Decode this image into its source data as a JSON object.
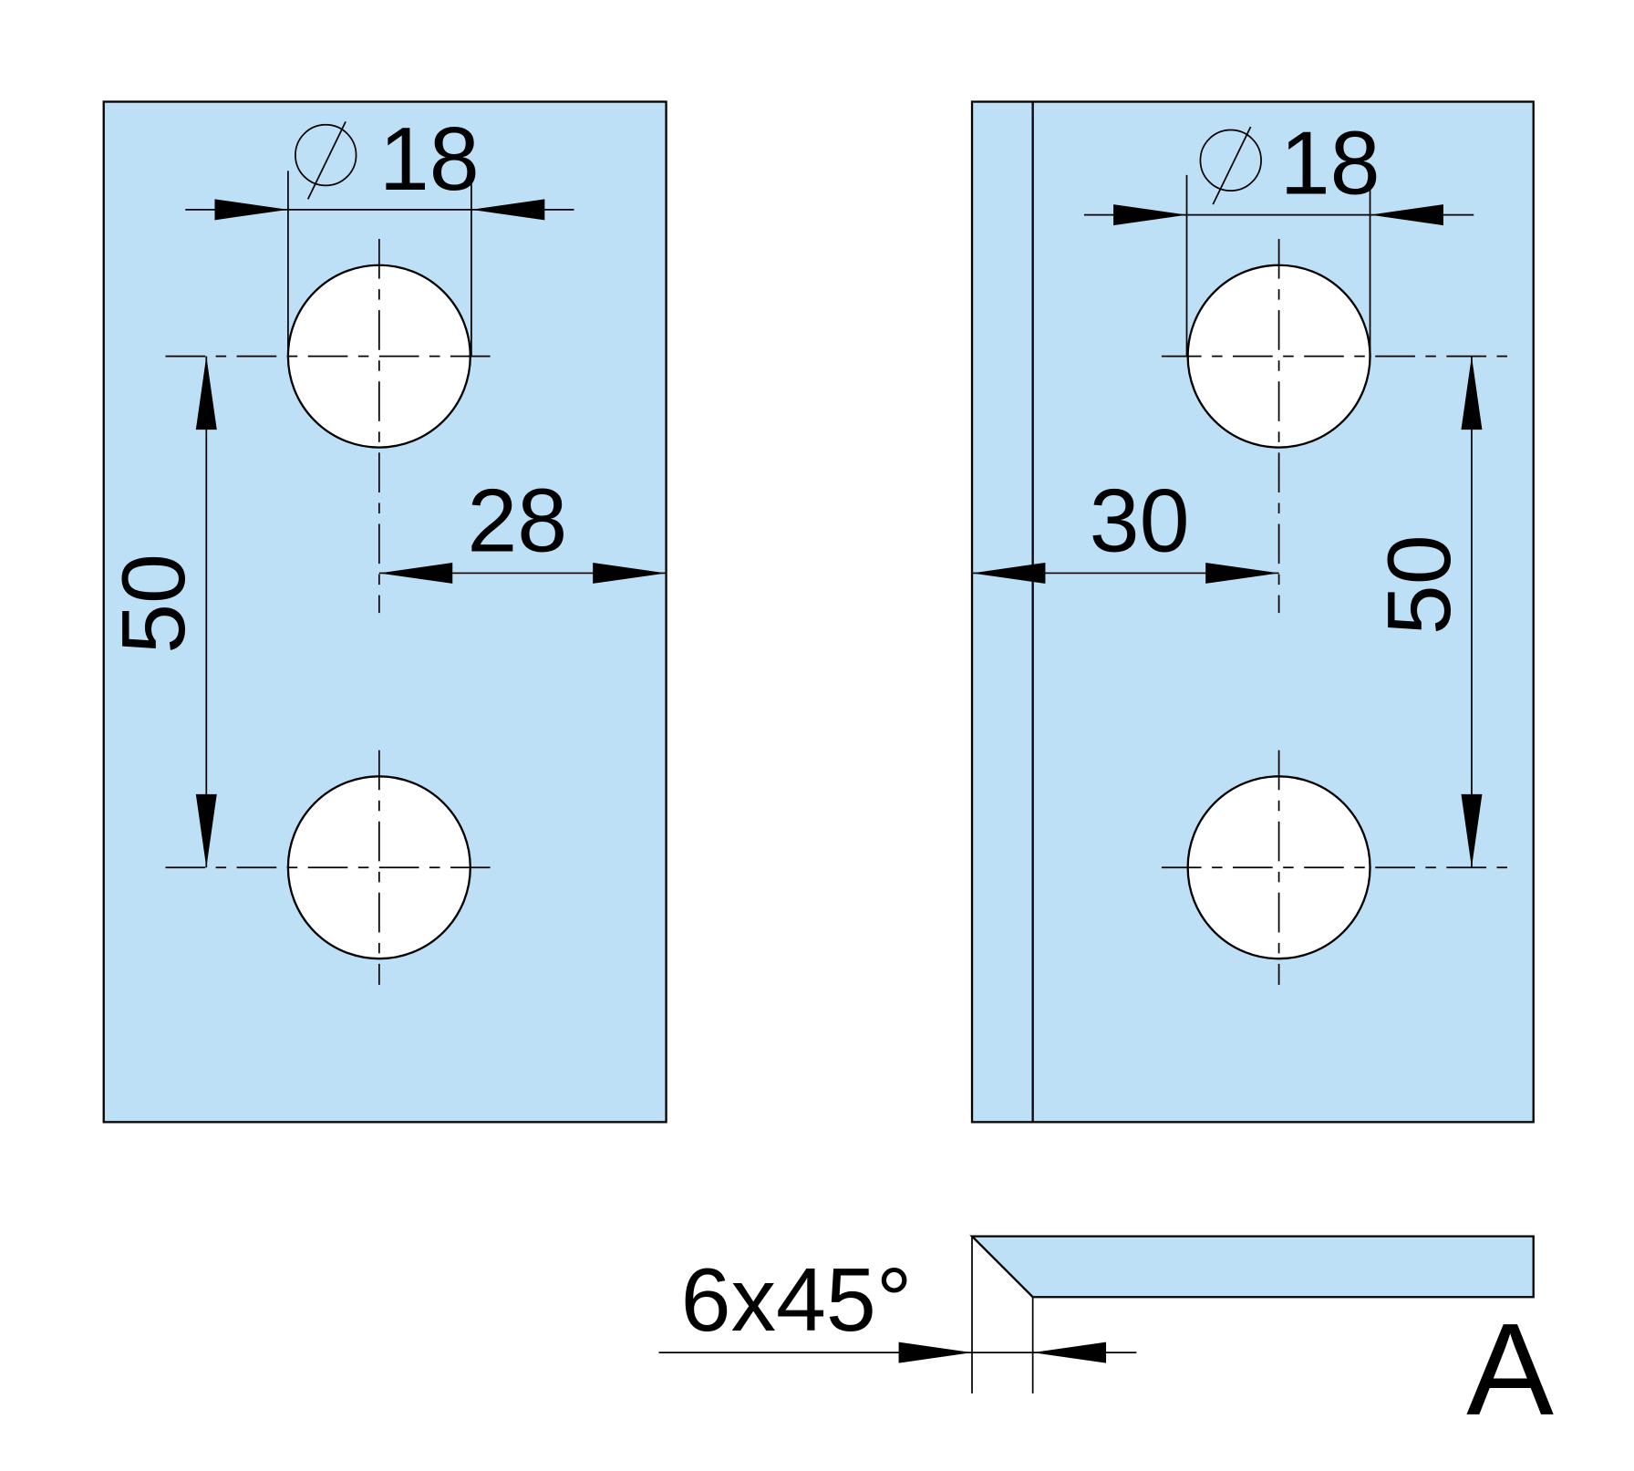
{
  "colors": {
    "plate_fill": "#bde0f6",
    "line": "#000000"
  },
  "left_view": {
    "hole_diameter": "18",
    "hole_spacing": "50",
    "edge_distance": "28"
  },
  "right_view": {
    "hole_diameter": "18",
    "hole_spacing": "50",
    "edge_distance": "30"
  },
  "side_view": {
    "chamfer": "6x45°",
    "label": "A"
  }
}
